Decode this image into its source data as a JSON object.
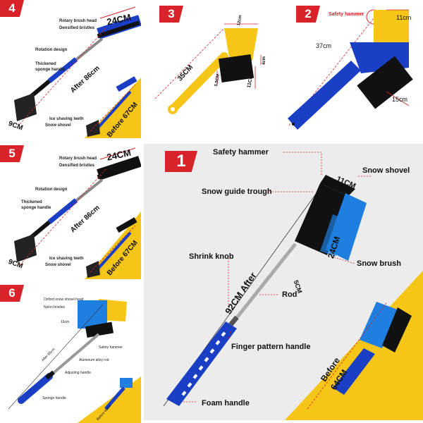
{
  "panels": {
    "p4": {
      "badge": "4",
      "size_label": "24CM",
      "labels": [
        "Rotary brush head",
        "Densified bristles",
        "Rotation design",
        "Thickened",
        "sponge handle",
        "Ice shaving teeth",
        "Snow shovel"
      ],
      "after": "After 86cm",
      "before": "Before 67CM",
      "width": "9CM"
    },
    "p3": {
      "badge": "3",
      "length": "35CM",
      "top": "12cm",
      "right_small": "4cm",
      "inner": "5.5CM",
      "brush": "11CM"
    },
    "p2": {
      "badge": "2",
      "hammer": "Safety hammer",
      "top": "11cm",
      "length": "37cm",
      "brush": "15cm"
    },
    "p5": {
      "badge": "5",
      "size_label": "24CM",
      "labels": [
        "Rotary brush head",
        "Densified bristles",
        "Rotation design",
        "Thickened",
        "sponge handle",
        "Ice shaving teeth",
        "Snow shovel"
      ],
      "after": "After 86cm",
      "before": "Before 67CM",
      "width": "9CM"
    },
    "p6": {
      "badge": "6",
      "labels": [
        "Oxford snow shovel head",
        "Nylon bristles",
        "Safety hammer",
        "Aluminum alloy rod",
        "Adjusting handle",
        "Sponge handle"
      ],
      "dim": "15cm",
      "after": "After 86cm",
      "before": "Before 65cm"
    },
    "p1": {
      "badge": "1",
      "labels": {
        "safety_hammer": "Safety hammer",
        "snow_shovel": "Snow shovel",
        "snow_guide": "Snow guide trough",
        "shrink_knob": "Shrink knob",
        "rod": "Rod",
        "snow_brush": "Snow brush",
        "finger": "Finger pattern handle",
        "foam": "Foam handle"
      },
      "top_dim": "11CM",
      "side_dim": "24CM",
      "small_dim": "5CM",
      "after": "92CM After",
      "before": "Before",
      "before_dim": "64CM"
    }
  },
  "colors": {
    "red": "#d8232a",
    "yellow": "#f5c518",
    "blue": "#1a3fc4",
    "lightblue": "#1e7fe0",
    "black": "#111111",
    "gray_bg": "#ececec"
  }
}
